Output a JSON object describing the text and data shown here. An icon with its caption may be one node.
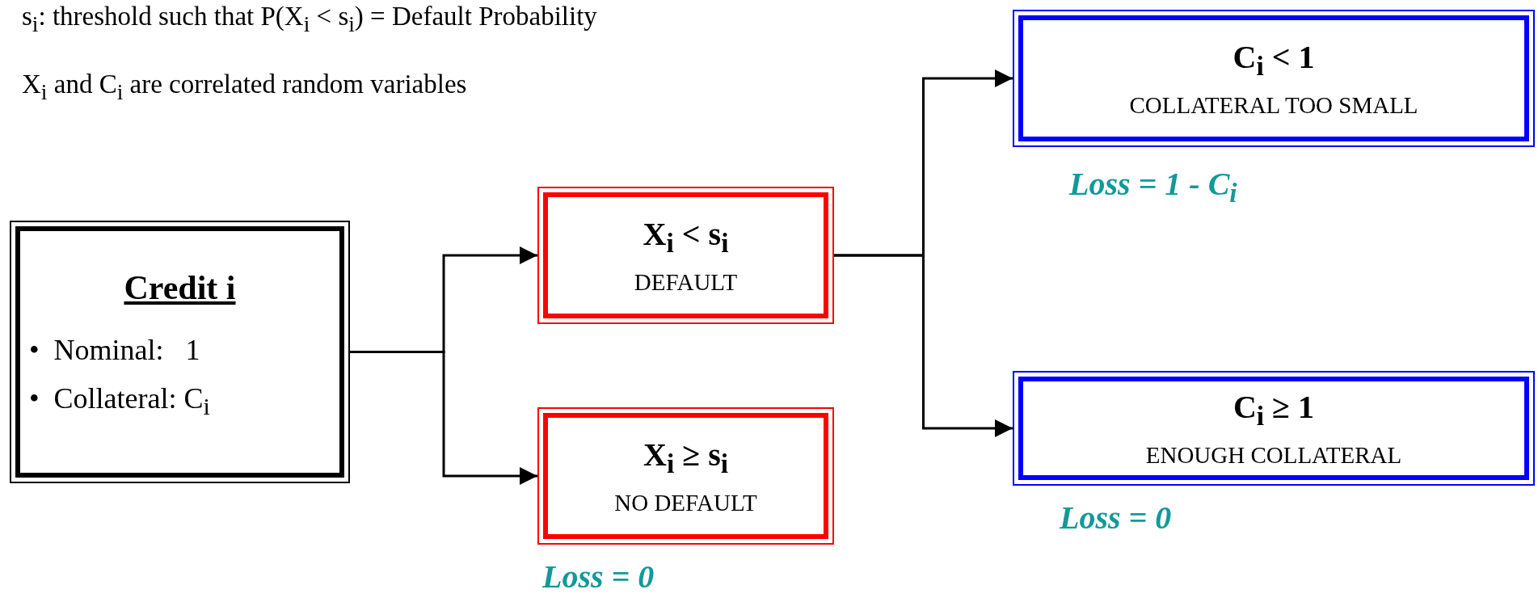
{
  "diagram": {
    "nodes": [
      {
        "text": [
          "Credit i",
          "•  Nominal:   1",
          "•  Collateral: C$_{i}$"
        ]
      },
      {
        "text": [
          "X$_{i}$ < s$_{i}$",
          "DEFAULT"
        ]
      },
      {
        "text": [
          "X$_{i}$ ≥ s$_{i}$",
          "NO DEFAULT"
        ],
        "beside": [
          "Loss = 0"
        ]
      },
      {
        "text": [
          "C$_{i}$ < 1",
          "COLLATERAL TOO SMALL"
        ],
        "beside": [
          "Loss = 1 - C$_{i}$"
        ]
      },
      {
        "text": [
          "C$_{i}$ ≥ 1",
          "ENOUGH COLLATERAL"
        ],
        "beside": [
          "Loss = 0"
        ]
      }
    ],
    "edges": [
      {
        "from": 0,
        "to": 1,
        "arrow": "to"
      },
      {
        "from": 0,
        "to": 2,
        "arrow": "to"
      },
      {
        "from": 1,
        "to": 3,
        "arrow": "to"
      },
      {
        "from": 1,
        "to": 4,
        "arrow": "to"
      }
    ],
    "labels": [
      "s$_{i}$:  threshold such that P(X$_{i}$ < s$_{i}$) = Default Probability",
      "X$_{i}$ and C$_{i}$ are correlated random variables"
    ]
  }
}
